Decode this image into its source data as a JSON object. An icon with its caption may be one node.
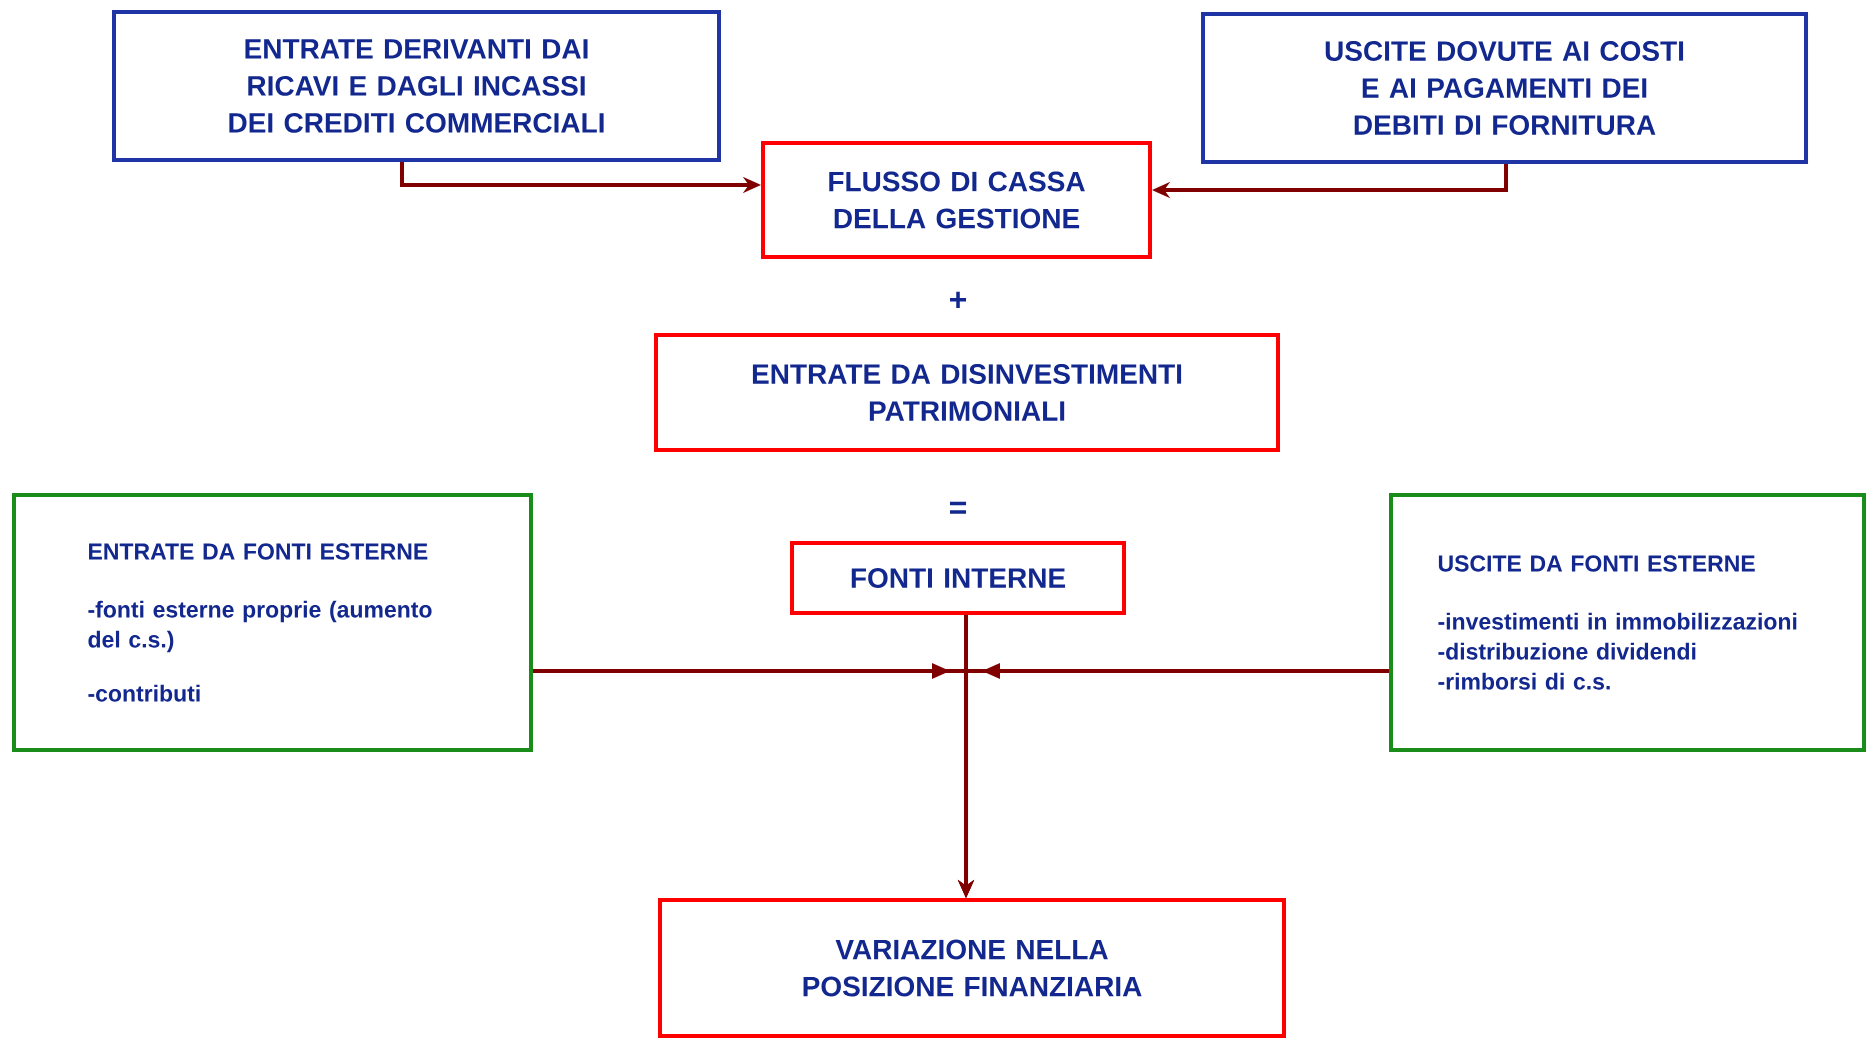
{
  "diagram": {
    "nodes": [
      {
        "text": [
          "ENTRATE DERIVANTI DAI RICAVI E DAGLI INCASSI DEI CREDITI COMMERCIALI"
        ]
      },
      {
        "text": [
          "USCITE DOVUTE AI COSTI E AI PAGAMENTI DEI DEBITI DI FORNITURA"
        ]
      },
      {
        "text": [
          "FLUSSO DI CASSA DELLA GESTIONE"
        ]
      },
      {
        "text": [
          "ENTRATE DA DISINVESTIMENTI PATRIMONIALI"
        ]
      },
      {
        "text": [
          "ENTRATE DA FONTI ESTERNE",
          "-fonti esterne proprie (aumento del c.s.)",
          "-contributi"
        ]
      },
      {
        "text": [
          "FONTI INTERNE"
        ]
      },
      {
        "text": [
          "USCITE DA FONTI ESTERNE",
          "-investimenti in immobilizzazioni",
          "-distribuzione dividendi",
          "-rimborsi di c.s."
        ]
      },
      {
        "text": [
          "VARIAZIONE NELLA POSIZIONE FINANZIARIA"
        ]
      }
    ],
    "edges": [
      {
        "from": 0,
        "to": 2,
        "arrow": "to"
      },
      {
        "from": 1,
        "to": 2,
        "arrow": "to"
      },
      {
        "from": 4,
        "to": 7,
        "arrow": "to"
      },
      {
        "from": 6,
        "to": 7,
        "arrow": "to"
      },
      {
        "from": 5,
        "to": 7,
        "arrow": "to"
      }
    ],
    "labels": [
      "+",
      "="
    ]
  }
}
